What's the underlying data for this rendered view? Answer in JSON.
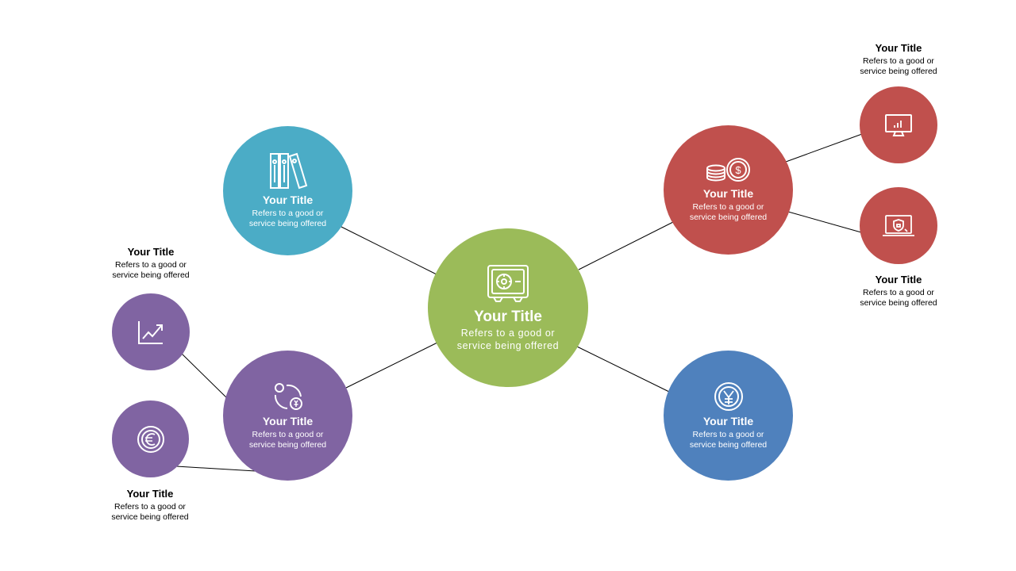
{
  "colors": {
    "green": "#9BBB59",
    "teal": "#4BACC6",
    "red": "#C0504D",
    "purple": "#8064A2",
    "blue": "#4F81BD",
    "line": "#000000"
  },
  "center": {
    "title": "Your Title",
    "subtitle": "Refers to a good or\nservice being offered",
    "icon": "safe-icon"
  },
  "nodes": {
    "top_left": {
      "title": "Your Title",
      "subtitle": "Refers to a good or\nservice being offered",
      "icon": "binders-icon"
    },
    "bottom_left": {
      "title": "Your Title",
      "subtitle": "Refers to a good or\nservice being offered",
      "icon": "currency-exchange-icon"
    },
    "top_right": {
      "title": "Your Title",
      "subtitle": "Refers to a good or\nservice being offered",
      "icon": "coins-dollar-icon"
    },
    "bottom_right": {
      "title": "Your Title",
      "subtitle": "Refers to a good or\nservice being offered",
      "icon": "yen-coin-icon"
    }
  },
  "satellites": {
    "chart": {
      "title": "Your Title",
      "subtitle": "Refers to a good or\nservice being offered",
      "icon": "line-chart-icon"
    },
    "euro": {
      "title": "Your Title",
      "subtitle": "Refers to a good or\nservice being offered",
      "icon": "euro-coin-icon"
    },
    "monitor": {
      "title": "Your Title",
      "subtitle": "Refers to a good or\nservice being offered",
      "icon": "monitor-chart-icon"
    },
    "laptop": {
      "title": "Your Title",
      "subtitle": "Refers to a good or\nservice being offered",
      "icon": "laptop-shield-icon"
    }
  }
}
